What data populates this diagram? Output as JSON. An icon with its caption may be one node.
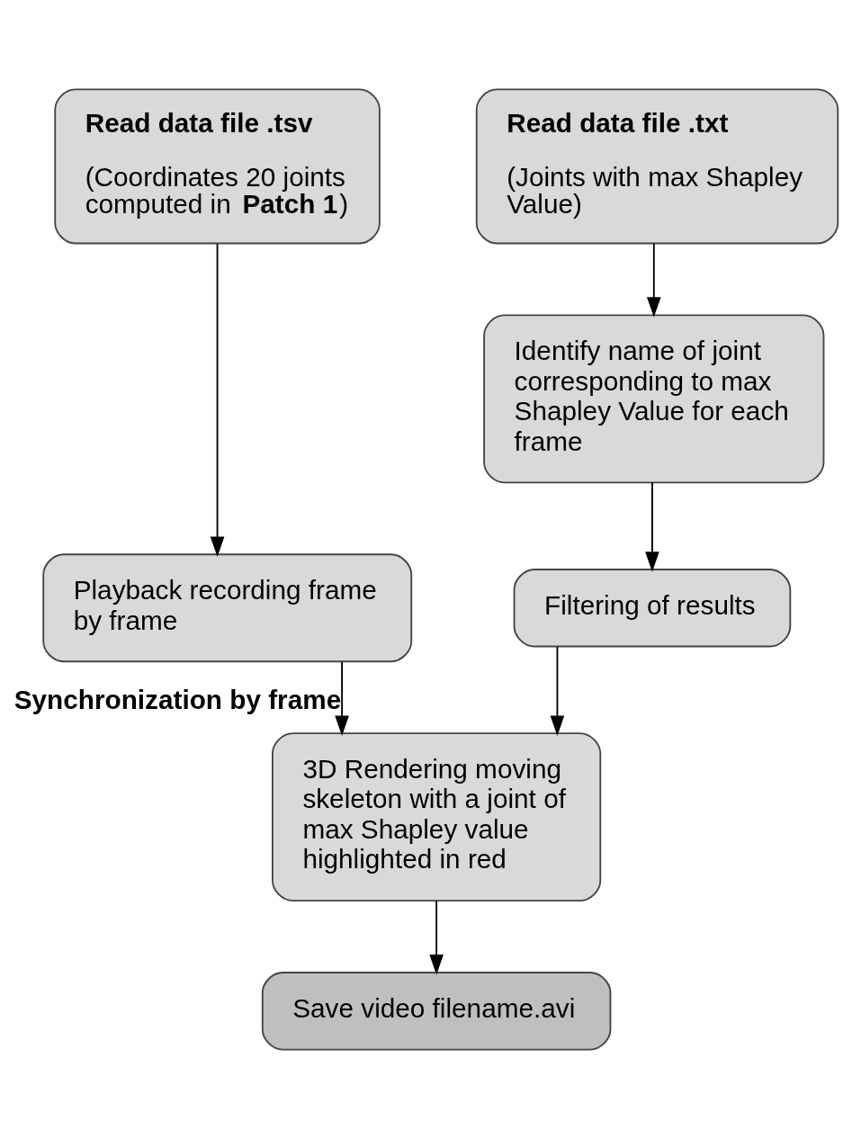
{
  "diagram": {
    "nodes": [
      {
        "text": [
          "Read data file .tsv",
          "(Coordinates 20 joints computed in **Patch 1**)"
        ]
      },
      {
        "text": [
          "Playback recording frame by frame"
        ]
      },
      {
        "text": [
          "Read data file .txt",
          "(Joints with max Shapley Value)"
        ]
      },
      {
        "text": [
          "Identify name of joint corresponding to max Shapley Value for each frame"
        ]
      },
      {
        "text": [
          "Filtering of results"
        ]
      },
      {
        "text": [
          "3D Rendering moving skeleton with a joint of max Shapley value highlighted in red"
        ]
      },
      {
        "text": [
          "Save video filename.avi"
        ]
      }
    ],
    "edges": [
      {
        "from": 0,
        "to": 1,
        "arrow": "to"
      },
      {
        "from": 2,
        "to": 3,
        "arrow": "to"
      },
      {
        "from": 3,
        "to": 4,
        "arrow": "to"
      },
      {
        "from": 1,
        "to": 5,
        "arrow": "to",
        "label": "Synchronization by frame"
      },
      {
        "from": 4,
        "to": 5,
        "arrow": "to"
      },
      {
        "from": 5,
        "to": 6,
        "arrow": "to"
      }
    ]
  }
}
